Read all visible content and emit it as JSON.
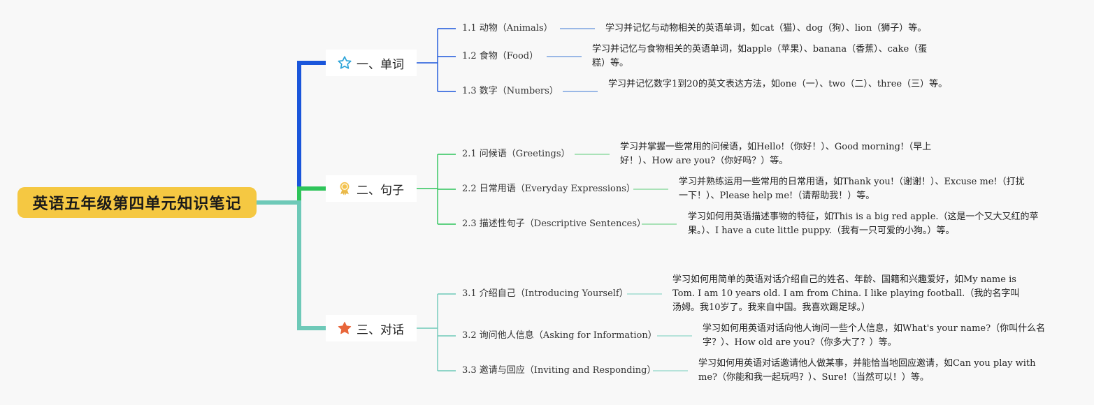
{
  "root": {
    "title": "英语五年级第四单元知识笔记"
  },
  "branches": [
    {
      "label": "一、单词",
      "icon": "star-outline-icon",
      "color": "#1a56db",
      "items": [
        {
          "title": "1.1 动物（Animals）",
          "desc": "学习并记忆与动物相关的英语单词，如cat（猫）、dog（狗）、lion（狮子）等。"
        },
        {
          "title": "1.2 食物（Food）",
          "desc": "学习并记忆与食物相关的英语单词，如apple（苹果）、banana（香蕉）、cake（蛋糕）等。"
        },
        {
          "title": "1.3 数字（Numbers）",
          "desc": "学习并记忆数字1到20的英文表达方法，如one（一）、two（二）、three（三）等。"
        }
      ]
    },
    {
      "label": "二、句子",
      "icon": "award-ribbon-icon",
      "color": "#2ec45a",
      "items": [
        {
          "title": "2.1 问候语（Greetings）",
          "desc": "学习并掌握一些常用的问候语，如Hello!（你好！）、Good morning!（早上好！）、How are you?（你好吗？）等。"
        },
        {
          "title": "2.2 日常用语（Everyday Expressions）",
          "desc": "学习并熟练运用一些常用的日常用语，如Thank you!（谢谢！）、Excuse me!（打扰一下！）、Please help me!（请帮助我！）等。"
        },
        {
          "title": "2.3 描述性句子（Descriptive Sentences）",
          "desc": "学习如何用英语描述事物的特征，如This is a big red apple.（这是一个又大又红的苹果。）、I have a cute little puppy.（我有一只可爱的小狗。）等。"
        }
      ]
    },
    {
      "label": "三、对话",
      "icon": "star-filled-icon",
      "color": "#6ec9b8",
      "items": [
        {
          "title": "3.1 介绍自己（Introducing Yourself）",
          "desc": "学习如何用简单的英语对话介绍自己的姓名、年龄、国籍和兴趣爱好，如My name is Tom. I am 10 years old. I am from China. I like playing football.（我的名字叫汤姆。我10岁了。我来自中国。我喜欢踢足球。）"
        },
        {
          "title": "3.2 询问他人信息（Asking for Information）",
          "desc": "学习如何用英语对话向他人询问一些个人信息，如What's your name?（你叫什么名字？）、How old are you?（你多大了？）等。"
        },
        {
          "title": "3.3 邀请与回应（Inviting and Responding）",
          "desc": "学习如何用英语对话邀请他人做某事，并能恰当地回应邀请，如Can you play with me?（你能和我一起玩吗？）、Sure!（当然可以！）等。"
        }
      ]
    }
  ]
}
